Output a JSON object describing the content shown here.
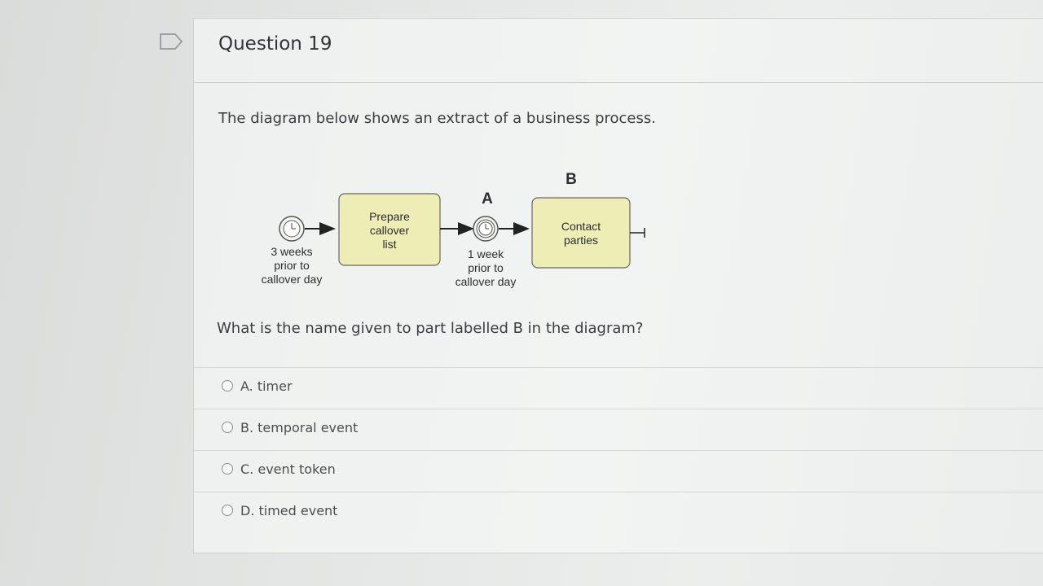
{
  "question": {
    "title": "Question 19",
    "intro": "The diagram below shows an extract of a business process.",
    "prompt": "What is the name given to part labelled B in the diagram?"
  },
  "diagram": {
    "label_a": "A",
    "label_b": "B",
    "start_event_label": [
      "3 weeks",
      "prior to",
      "callover day"
    ],
    "task1_label": [
      "Prepare",
      "callover",
      "list"
    ],
    "timer_event_label": [
      "1 week",
      "prior to",
      "callover day"
    ],
    "task2_label": [
      "Contact",
      "parties"
    ]
  },
  "options": [
    {
      "label": "A. timer"
    },
    {
      "label": "B. temporal event"
    },
    {
      "label": "C. event token"
    },
    {
      "label": "D. timed event"
    }
  ]
}
